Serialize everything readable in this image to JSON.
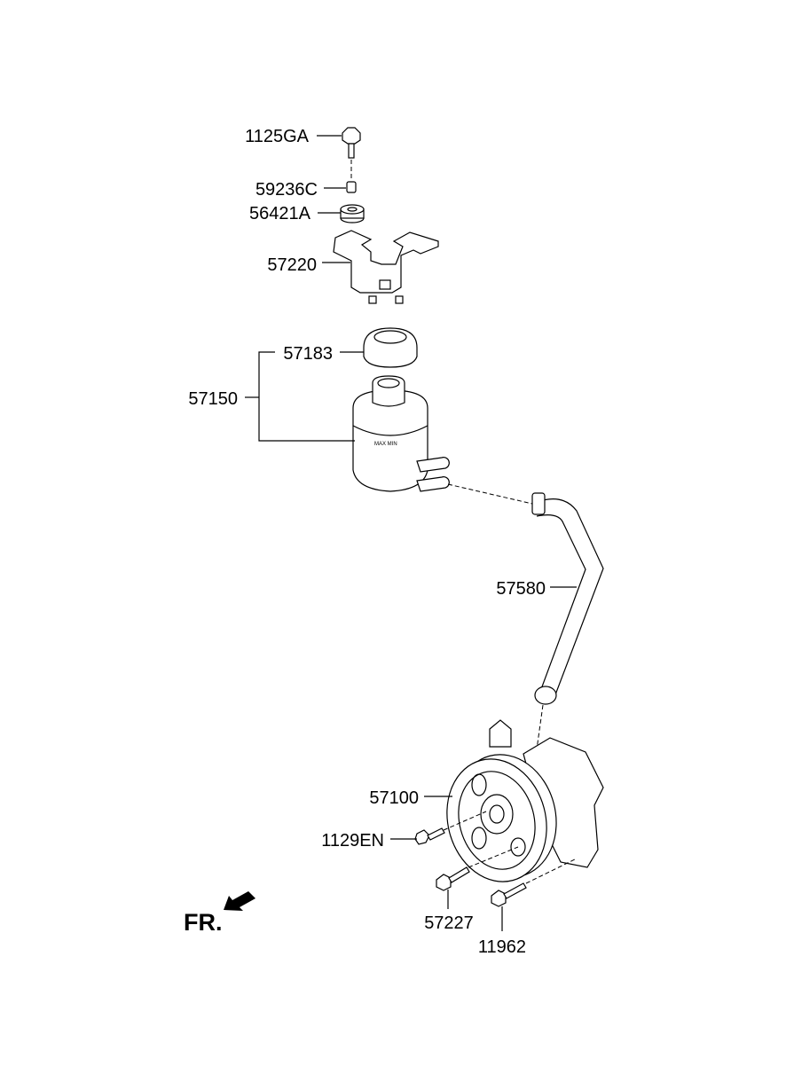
{
  "parts": [
    {
      "id": "bolt-top",
      "number": "1125GA"
    },
    {
      "id": "collar",
      "number": "59236C"
    },
    {
      "id": "insulator",
      "number": "56421A"
    },
    {
      "id": "bracket",
      "number": "57220"
    },
    {
      "id": "reservoir-cap",
      "number": "57183"
    },
    {
      "id": "reservoir-assembly",
      "number": "57150"
    },
    {
      "id": "suction-hose",
      "number": "57580"
    },
    {
      "id": "power-steering-pump",
      "number": "57100"
    },
    {
      "id": "pump-bolt",
      "number": "1129EN"
    },
    {
      "id": "pump-mount-bolt",
      "number": "57227"
    },
    {
      "id": "flange-bolt",
      "number": "11962"
    }
  ],
  "direction_marker": {
    "label": "FR.",
    "icon": "front-arrow-icon"
  }
}
